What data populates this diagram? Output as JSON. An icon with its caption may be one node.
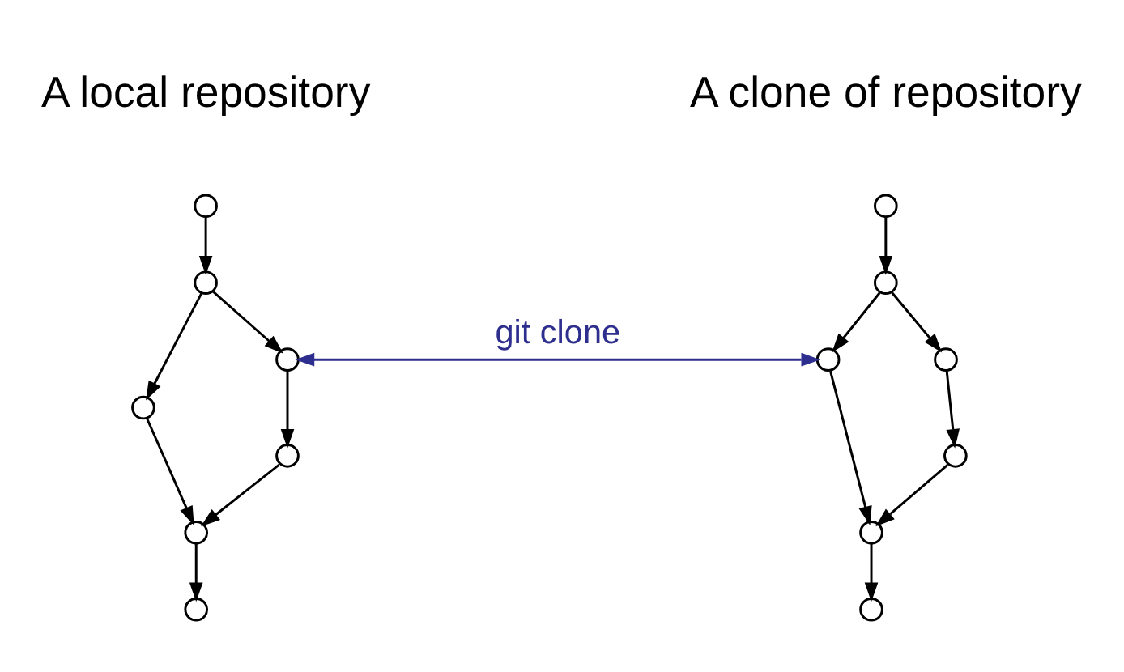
{
  "diagram": {
    "nodes": [
      {
        "text": [],
        "shape": "circle"
      },
      {
        "text": [],
        "shape": "circle"
      },
      {
        "text": [],
        "shape": "circle"
      },
      {
        "text": [],
        "shape": "circle"
      },
      {
        "text": [],
        "shape": "circle"
      },
      {
        "text": [],
        "shape": "circle"
      },
      {
        "text": [],
        "shape": "circle"
      },
      {
        "text": [],
        "shape": "circle"
      },
      {
        "text": [],
        "shape": "circle"
      },
      {
        "text": [],
        "shape": "circle"
      },
      {
        "text": [],
        "shape": "circle"
      },
      {
        "text": [],
        "shape": "circle"
      },
      {
        "text": [],
        "shape": "circle"
      },
      {
        "text": [],
        "shape": "circle"
      }
    ],
    "edges": [
      {
        "from": 0,
        "to": 1,
        "arrow": "to"
      },
      {
        "from": 1,
        "to": 2,
        "arrow": "to"
      },
      {
        "from": 1,
        "to": 3,
        "arrow": "to"
      },
      {
        "from": 3,
        "to": 4,
        "arrow": "to"
      },
      {
        "from": 2,
        "to": 5,
        "arrow": "to"
      },
      {
        "from": 4,
        "to": 5,
        "arrow": "to"
      },
      {
        "from": 5,
        "to": 6,
        "arrow": "to"
      },
      {
        "from": 7,
        "to": 8,
        "arrow": "to"
      },
      {
        "from": 8,
        "to": 9,
        "arrow": "to"
      },
      {
        "from": 8,
        "to": 10,
        "arrow": "to"
      },
      {
        "from": 10,
        "to": 11,
        "arrow": "to"
      },
      {
        "from": 9,
        "to": 12,
        "arrow": "to"
      },
      {
        "from": 11,
        "to": 12,
        "arrow": "to"
      },
      {
        "from": 12,
        "to": 13,
        "arrow": "to"
      },
      {
        "from": 3,
        "to": 9,
        "arrow": "both",
        "label": "git clone",
        "color": "#2e2e8f"
      }
    ],
    "labels": [
      "A local repository",
      "A clone of repository"
    ]
  }
}
